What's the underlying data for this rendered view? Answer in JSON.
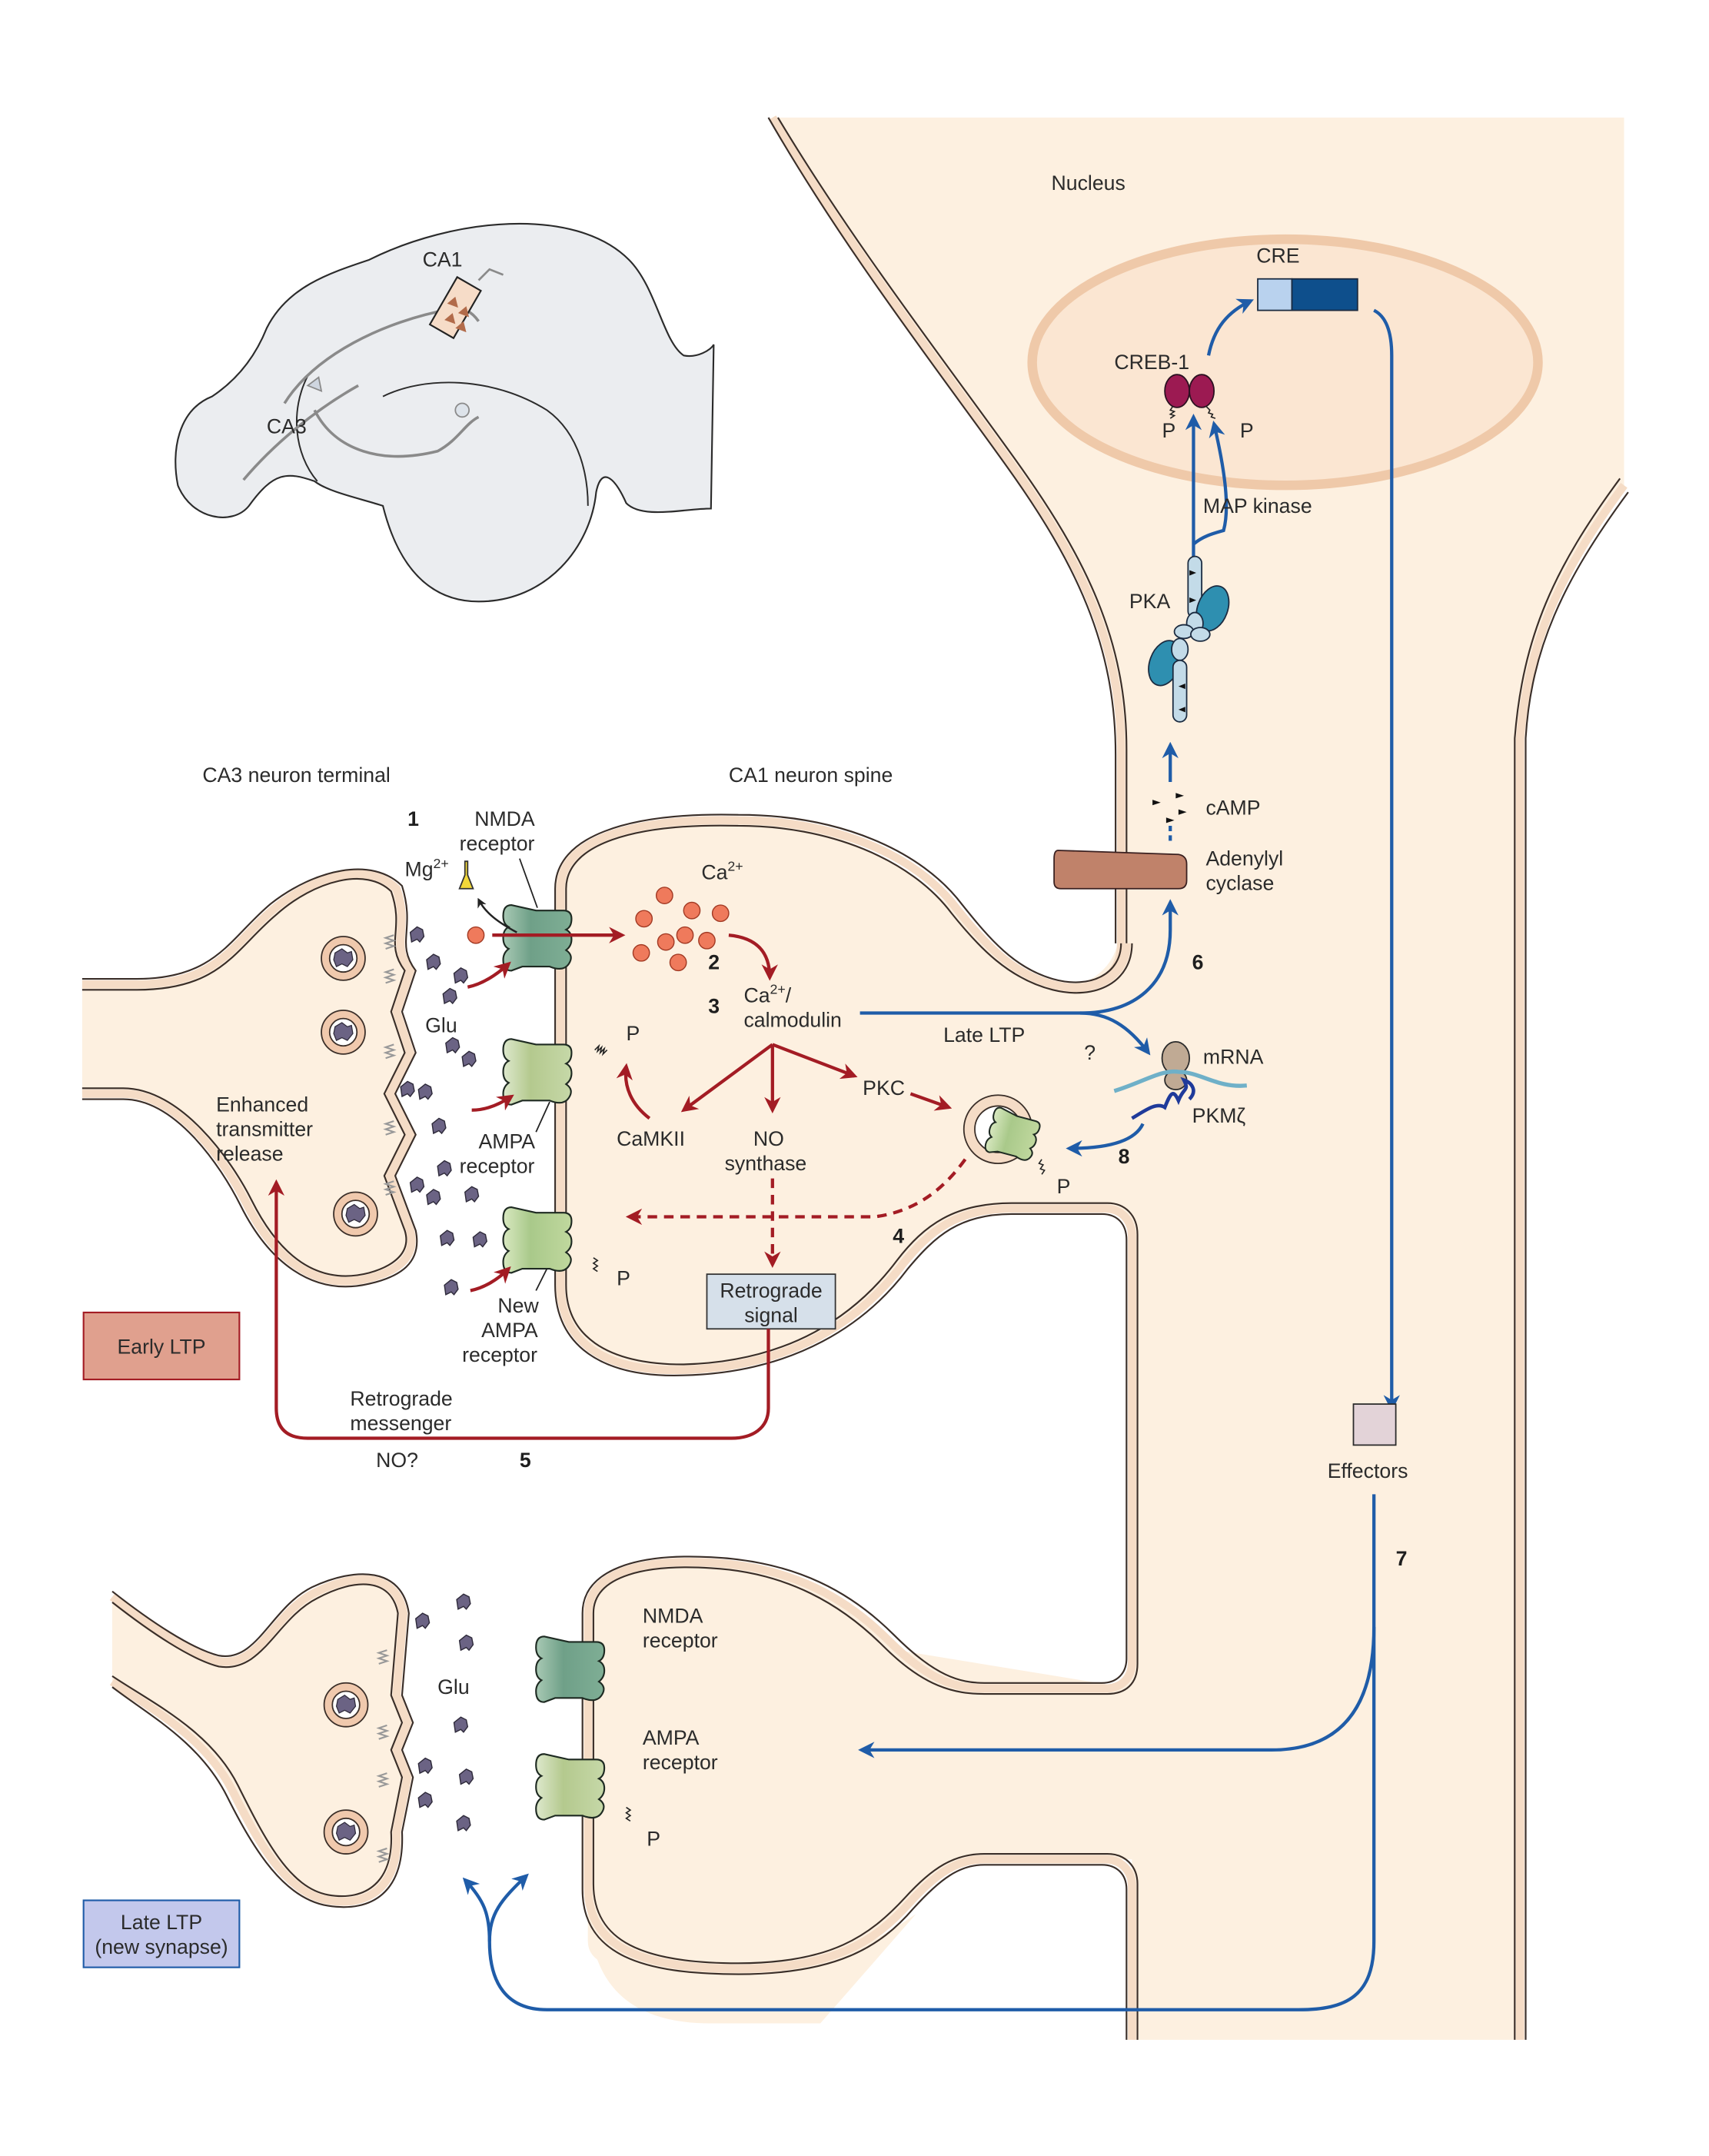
{
  "figure": {
    "colors": {
      "cytoplasm": "#fdf0e0",
      "membrane_band": "#f5dcc6",
      "nucleus_envelope": "#efc9a9",
      "nmda_receptor": "#8fb8a0",
      "ampa_receptor": "#c9dcb4",
      "new_ampa_receptor": "#b8dc84",
      "calcium": "#ef7a5c",
      "glutamate": "#6b6384",
      "magnesium": "#f2d83a",
      "creb": "#9c1a52",
      "pka_catalytic": "#2e8fb0",
      "pka_regulatory": "#c3dbe8",
      "adenylyl_cyclase": "#c0826a",
      "cre_light": "#b9d2ee",
      "cre_dark": "#0e4f8c",
      "early_arrow": "#a31c24",
      "late_arrow": "#1f5ca8",
      "early_ltp_box": "#e0a08e",
      "late_ltp_box": "#c3c8ec",
      "retrograde_box": "#d6e0ea",
      "effectors_box": "#e3d3d8",
      "brain": "#ebedf0"
    },
    "inset": {
      "ca1_label": "CA1",
      "ca3_label": "CA3"
    },
    "labels": {
      "nucleus": "Nucleus",
      "cre": "CRE",
      "creb1": "CREB-1",
      "p": "P",
      "map_kinase": "MAP kinase",
      "pka": "PKA",
      "camp": "cAMP",
      "adenylyl_cyclase_1": "Adenylyl",
      "adenylyl_cyclase_2": "cyclase",
      "ca3_terminal": "CA3 neuron terminal",
      "ca1_spine": "CA1 neuron spine",
      "nmda_receptor_1": "NMDA",
      "nmda_receptor_2": "receptor",
      "mg": "Mg",
      "mg_sup": "2+",
      "ca": "Ca",
      "ca_sup": "2+",
      "ca_calmodulin_1a": "Ca",
      "ca_calmodulin_1sup": "2+",
      "ca_calmodulin_1b": "/",
      "ca_calmodulin_2": "calmodulin",
      "glu": "Glu",
      "ampa_receptor_1": "AMPA",
      "ampa_receptor_2": "receptor",
      "new_ampa_1": "New",
      "new_ampa_2": "AMPA",
      "new_ampa_3": "receptor",
      "enhanced_1": "Enhanced",
      "enhanced_2": "transmitter",
      "enhanced_3": "release",
      "camkii": "CaMKII",
      "no_synthase_1": "NO",
      "no_synthase_2": "synthase",
      "pkc": "PKC",
      "late_ltp": "Late LTP",
      "question": "?",
      "mrna": "mRNA",
      "pkmz": "PKMζ",
      "retrograde_signal_1": "Retrograde",
      "retrograde_signal_2": "signal",
      "retrograde_messenger_1": "Retrograde",
      "retrograde_messenger_2": "messenger",
      "no_question": "NO?",
      "effectors": "Effectors",
      "early_ltp_box": "Early LTP",
      "late_ltp_box_1": "Late LTP",
      "late_ltp_box_2": "(new synapse)",
      "bottom_glu": "Glu",
      "bottom_nmda_1": "NMDA",
      "bottom_nmda_2": "receptor",
      "bottom_ampa_1": "AMPA",
      "bottom_ampa_2": "receptor"
    },
    "steps": [
      "1",
      "2",
      "3",
      "4",
      "5",
      "6",
      "7",
      "8"
    ]
  }
}
